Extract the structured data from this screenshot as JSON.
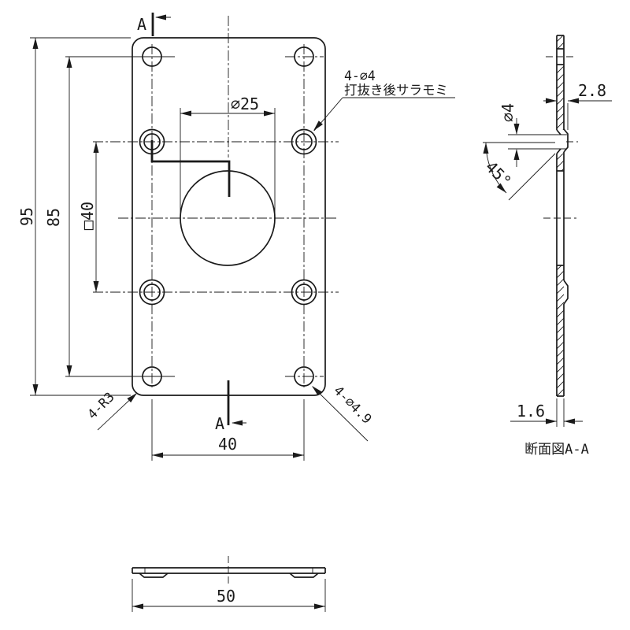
{
  "drawing": {
    "colors": {
      "line": "#1a1a1a",
      "background": "#ffffff"
    },
    "front_view": {
      "dim_height": "95",
      "dim_corner_hole_spacing_v": "85",
      "dim_inner_hole_square": "□40",
      "dim_center_hole_dia": "∅25",
      "dim_corner_hole_spacing_h": "40",
      "note_inner_holes_line1": "4-∅4",
      "note_inner_holes_line2": "打抜き後サラモミ",
      "label_corner_radius": "4-R3",
      "label_corner_holes": "4-∅4.9",
      "section_marker_top": "A",
      "section_marker_bottom": "A"
    },
    "section_view": {
      "dim_hole_dia": "∅4",
      "dim_boss_height": "2.8",
      "dim_countersink_angle": "45°",
      "dim_thickness": "1.6",
      "title": "断面図A-A"
    },
    "bottom_view": {
      "dim_width": "50"
    }
  }
}
